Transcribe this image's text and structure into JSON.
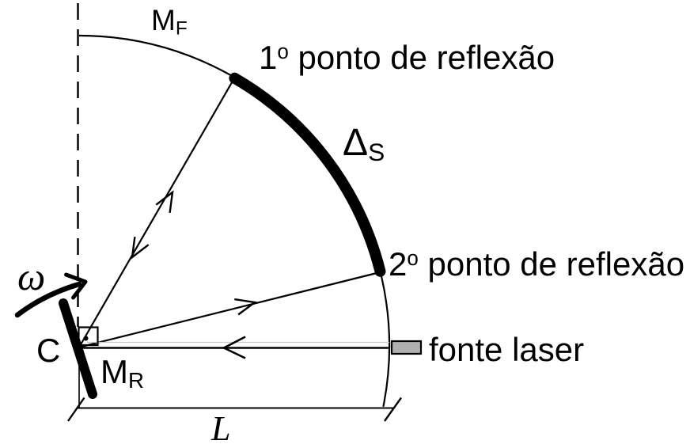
{
  "diagram": {
    "labels": {
      "fixed_mirror": {
        "main": "M",
        "sub": "F"
      },
      "first_reflection": {
        "number": "1",
        "ordinal": "o",
        "text": " ponto de reflexão"
      },
      "displacement": {
        "main": "Δ",
        "sub": "S"
      },
      "second_reflection": {
        "number": "2",
        "ordinal": "o",
        "text": " ponto de reflexão"
      },
      "laser_source": "fonte laser",
      "angular_velocity": "ω",
      "rotation_center": "C",
      "rotating_mirror": {
        "main": "M",
        "sub": "R"
      },
      "distance": "L"
    },
    "colors": {
      "ink": "#000000",
      "laser_body": "#b0b0b0",
      "beam_ghost": "#c9c9c9",
      "background": "#ffffff"
    }
  }
}
